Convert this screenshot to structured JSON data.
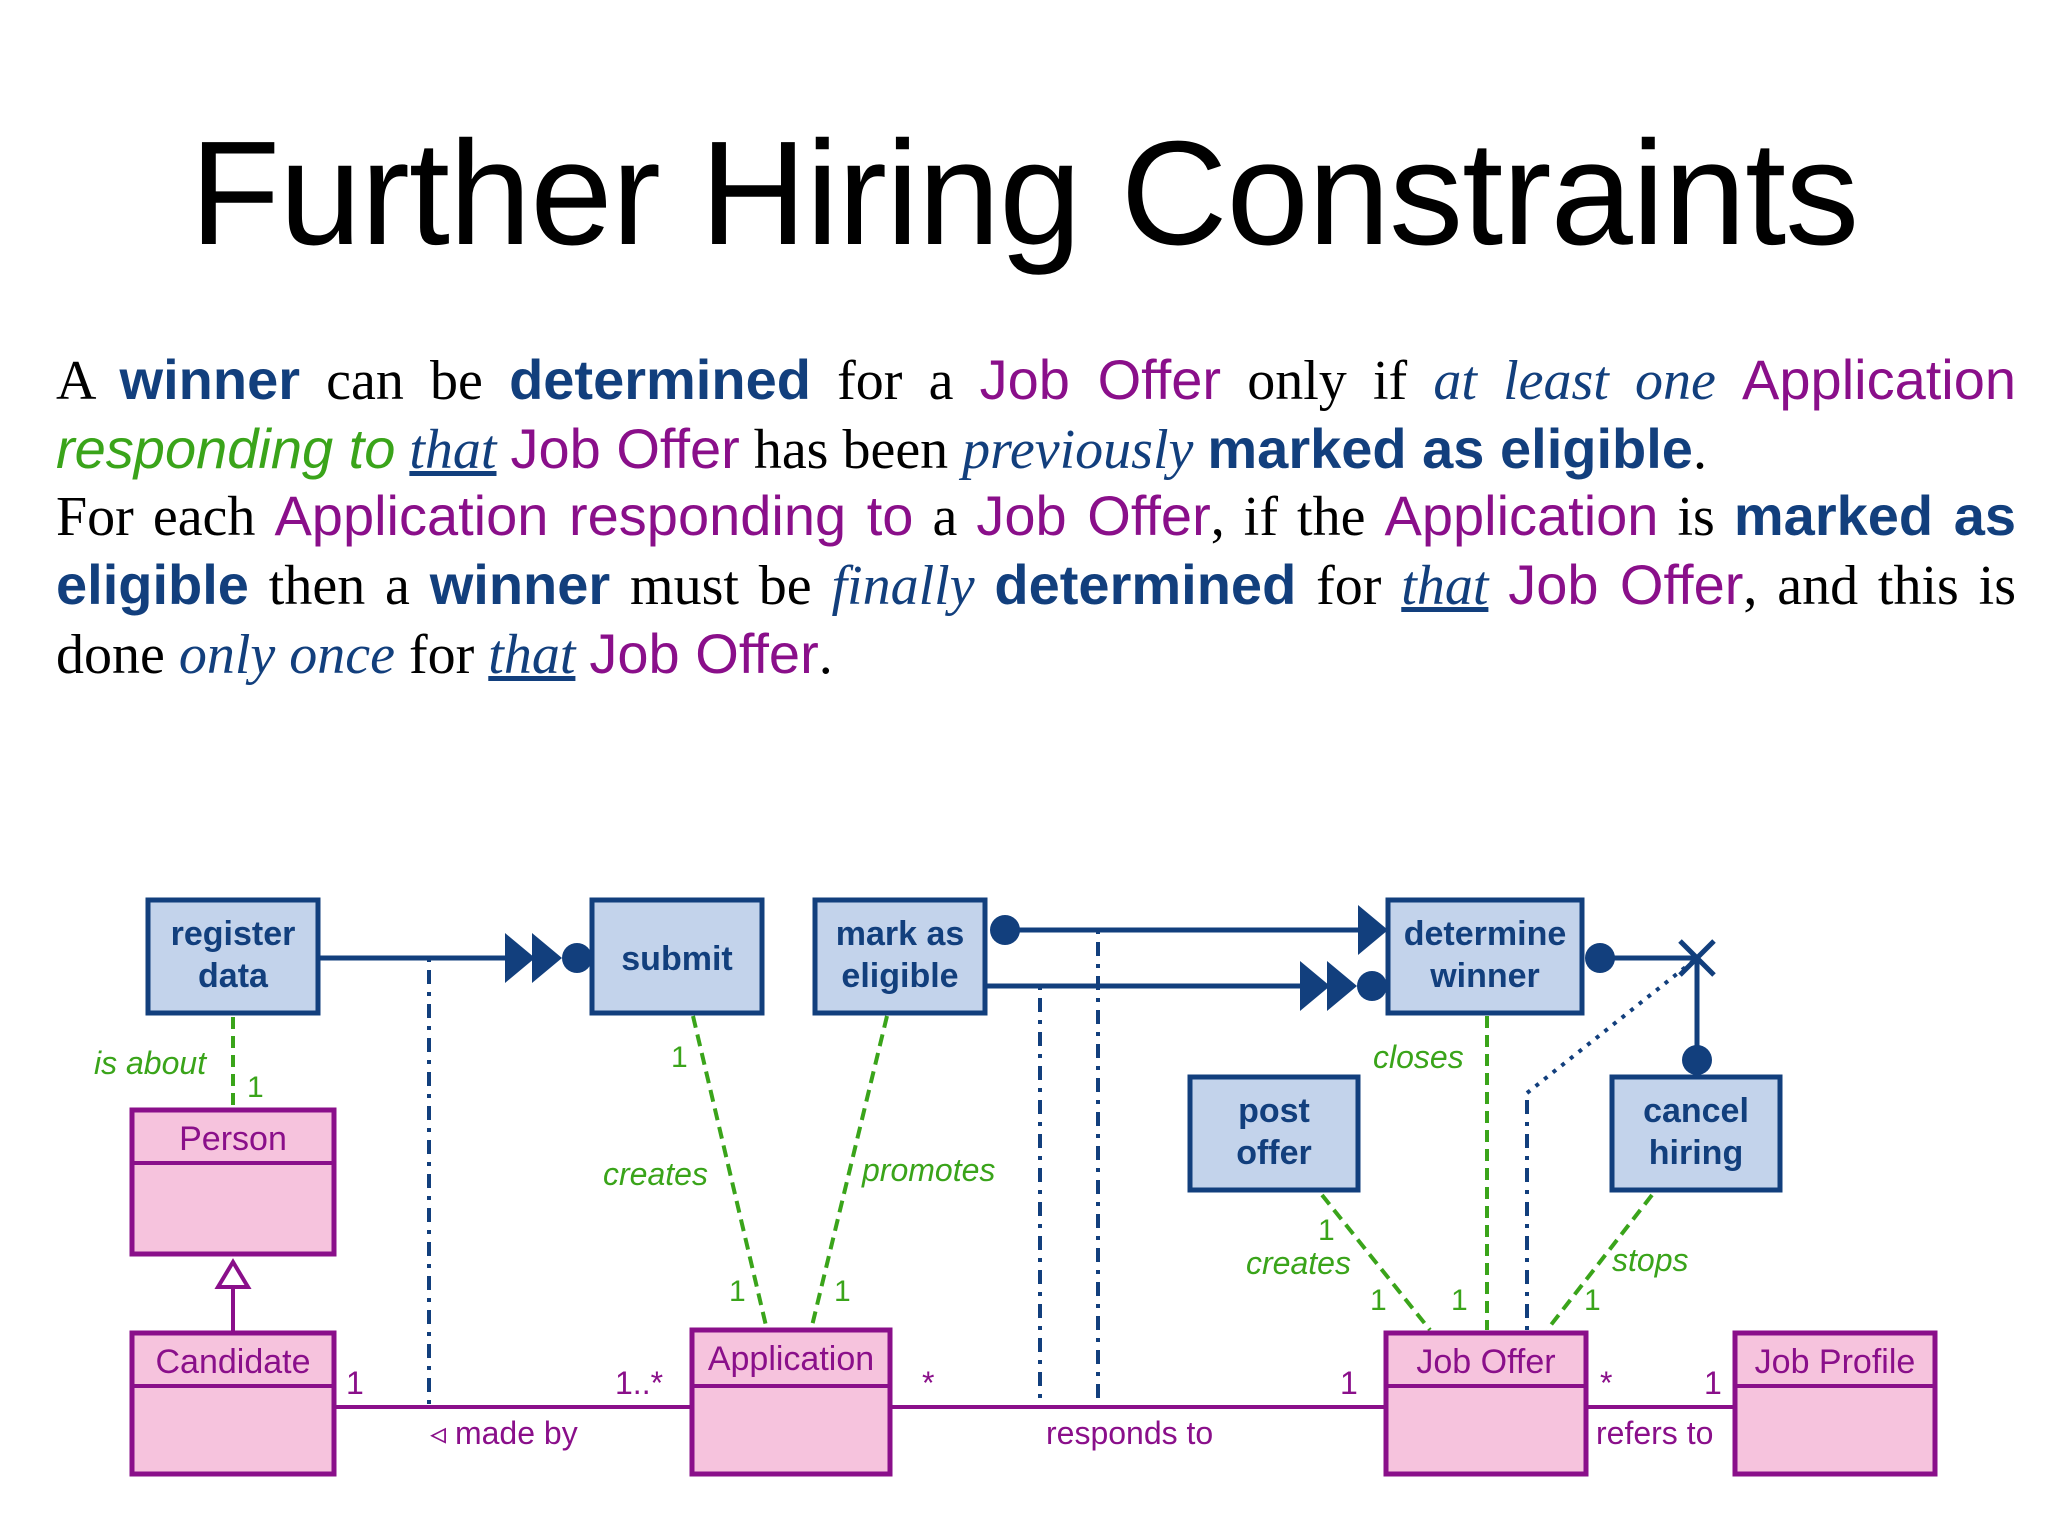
{
  "title": "Further Hiring Constraints",
  "paragraph1": {
    "s1": "A ",
    "s2": "winner",
    "s3": " can be ",
    "s4": "determined",
    "s5": " for a ",
    "s6": "Job Offer",
    "s7": " only if ",
    "s8": "at least one",
    "s9": " ",
    "s10": "Application",
    "s11": "responding to",
    "s12": " ",
    "s13": "that",
    "s14": " ",
    "s15": "Job Offer",
    "s16": " has been ",
    "s17": "previously",
    "s18": " ",
    "s19": "marked as eligible",
    "s20": "."
  },
  "paragraph2": {
    "s1": "For each ",
    "s2": "Application responding to",
    "s3": " a ",
    "s4": "Job Offer",
    "s5": ", if the ",
    "s6": "Application",
    "s7": " is ",
    "s8": "marked as eligible",
    "s9": " then a ",
    "s10": "winner",
    "s11": " must be ",
    "s12": "finally",
    "s13": " ",
    "s14": "determined",
    "s15": " for ",
    "s16": "that",
    "s17": " ",
    "s18": "Job Offer",
    "s19": ", and this is done ",
    "s20": "only once",
    "s21": " for ",
    "s22": "that",
    "s23": " ",
    "s24": "Job Offer",
    "s25": "."
  },
  "diagram": {
    "tasks": {
      "register": [
        "register",
        "data"
      ],
      "submit": "submit",
      "mark": [
        "mark as",
        "eligible"
      ],
      "determine": [
        "determine",
        "winner"
      ],
      "post": [
        "post",
        "offer"
      ],
      "cancel": [
        "cancel",
        "hiring"
      ]
    },
    "classes": {
      "person": "Person",
      "candidate": "Candidate",
      "application": "Application",
      "job_offer": "Job Offer",
      "job_profile": "Job Profile"
    },
    "links": {
      "is_about": "is about",
      "creates_app": "creates",
      "promotes": "promotes",
      "closes": "closes",
      "creates_offer": "creates",
      "stops": "stops"
    },
    "associations": {
      "made_by": "◃ made by",
      "responds_to": "responds to",
      "refers_to": "refers to"
    },
    "multiplicity": {
      "one": "1",
      "one_many": "1..*",
      "many": "*"
    }
  },
  "colors": {
    "task_fill": "#c3d3eb",
    "task_stroke": "#123f7d",
    "class_fill": "#f6c3dd",
    "class_stroke": "#8a0f8a",
    "link_green": "#3aa41a"
  }
}
